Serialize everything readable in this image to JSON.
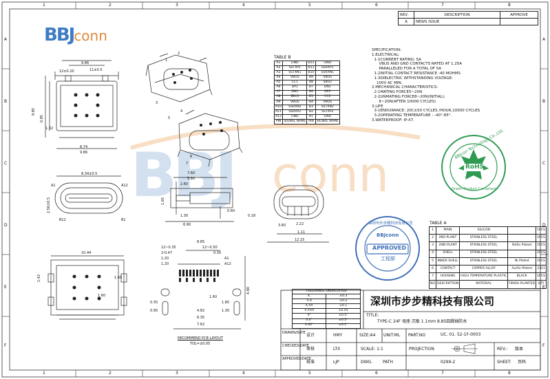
{
  "border": {
    "cols": [
      "1",
      "2",
      "3",
      "4",
      "5",
      "6",
      "7",
      "8"
    ],
    "rows": [
      "A",
      "B",
      "C",
      "D",
      "E",
      "F"
    ]
  },
  "logo": {
    "text_b": "BBJ",
    "text_conn": "conn"
  },
  "revision": {
    "headers": [
      "REV.",
      "DESCRIPTION",
      "APPROVE"
    ],
    "rows": [
      [
        "A",
        "NEWS ISSUE",
        ""
      ]
    ]
  },
  "table_b": {
    "title": "TABLE B",
    "rows": [
      [
        "A1",
        "GND",
        "B12",
        "GND"
      ],
      [
        "A2",
        "SSTXP1",
        "B11",
        "SSRXP1"
      ],
      [
        "A3",
        "SSTXN1",
        "B10",
        "SSRXN1"
      ],
      [
        "A4",
        "VBUS",
        "B9",
        "VBUS"
      ],
      [
        "A5",
        "CC1",
        "B8",
        "SBU2"
      ],
      [
        "A6",
        "DP1",
        "B7",
        "DN2"
      ],
      [
        "A7",
        "DN1",
        "B6",
        "DP2"
      ],
      [
        "A8",
        "SBU1",
        "B5",
        "CC2"
      ],
      [
        "A9",
        "VBUS",
        "B4",
        "VBUS"
      ],
      [
        "A10",
        "SSRXN2",
        "B3",
        "SSTXN2"
      ],
      [
        "A11",
        "SSRXP2",
        "B2",
        "SSTXP2"
      ],
      [
        "A12",
        "GND",
        "B1",
        "GND"
      ],
      [
        "PIN",
        "SIGNAL NAME",
        "PIN",
        "SIGNAL NAME"
      ]
    ]
  },
  "specification": [
    "SPECIFICATION:",
    "1.ELECTRICAL:",
    "  1-1CURRENT RATING: 5A",
    "      VBUS AND GND CONTACTS RATED AT 1.25A",
    "      PARALLELED FOR A TOTAL OF 5A",
    "  1-2INITIAL CONTACT RESISTANCE :40 MOHMS",
    "  1-3DIELECTRIC WITHSTANDING VOLTAGE:",
    "    100V AC MIN.",
    "2.MECHANICAL CHARACTERISTICS:",
    "  2-1MATING FORCE5~20N",
    "  2-2UNMATING FORCE8~20N(INITIAL);",
    "      6~20N(AFTER 10000 CYCLES)",
    "3.LIFE",
    "  3-1ENDURANCE: 20C±50 CYCLES /HOUR,10000 CYCLES",
    "  3-2OPERATING TEMPERATURE : -40°-85°.",
    "3.WATERPROOF: IP-X7."
  ],
  "rohs_stamp": {
    "ring_text": "BBJcon Technology Co.,Ltd.",
    "center": "RoHS",
    "bottom": "Green Product Compliant"
  },
  "approved_stamp": {
    "ring_text": "深圳市步步精科技有限公司",
    "brand": "BBJconn",
    "center": "APPROVED",
    "sub": "工程部"
  },
  "table_a": {
    "title": "TABLE A",
    "rows": [
      [
        "1",
        "MAIN",
        "SILICON",
        "",
        "1PCS"
      ],
      [
        "2",
        "MID-PLANT",
        "STAINLESS STEEL",
        "",
        "1PCS"
      ],
      [
        "3",
        "2ND-PLANT",
        "STAINLESS STEEL",
        "Ni/Sn Plated",
        "1PCS"
      ],
      [
        "4",
        "SHELL",
        "STAINLESS STEEL",
        "",
        "1PCS"
      ],
      [
        "5",
        "INNER SHELL",
        "STAINLESS STEEL",
        "Ni Plated",
        "1PCS"
      ],
      [
        "6",
        "CONTACT",
        "COPPER ALLOY",
        "Au/Sn Plated",
        "23Ct"
      ],
      [
        "7",
        "HOUSING",
        "HIGH TEMPERATURE PLASTIC",
        "BLACK",
        "1PCS"
      ],
      [
        "NO",
        "DESCRIPTION",
        "MATERIAL",
        "FINISH PLANTED",
        "QTY"
      ]
    ]
  },
  "tolerance": {
    "header": "TOLERANCE UNSPECIFIED",
    "rows": [
      [
        "X",
        ".",
        0.3
      ],
      [
        "X.X",
        "",
        0.2
      ],
      [
        "X.XX",
        "",
        0.1
      ],
      [
        "X.XXX",
        "",
        0.05
      ],
      [
        "0°",
        "",
        0.5
      ],
      [
        "0.0°",
        "",
        0.3
      ],
      [
        "0.00°",
        "",
        0.1
      ]
    ],
    "labels": [
      "X.",
      "X.X",
      "X.XX",
      "X.XXX",
      "0°",
      "0.0°",
      "0.00°"
    ],
    "values": [
      "±0.3",
      "±0.2",
      "±0.1",
      "±0.05",
      "±0.5°",
      "±0.3°",
      "±0.1°"
    ]
  },
  "title_block": {
    "company": "深圳市步步精科技有限公司",
    "title_label": "TITLE:",
    "title_value": "TYPE-C 24F 母座 沉板 1.1mm 8.85四脚插防水",
    "drawn_label": "DRAWN/DATE",
    "design": "设计",
    "designer": "HMY",
    "size_label": "SIZE:A4",
    "unit_label": "UNIT:ML",
    "part_label": "PART.NO",
    "part_no": "UC. 01. 52-1F-0003",
    "checked_label": "CHECKED/DATE",
    "review": "审核",
    "reviewer": "LTX",
    "scale": "SCALE:  1:1",
    "projection": "PROJECTION",
    "rev_label": "REV.:",
    "rev_value": "版本",
    "approved_label": "APPROVED/DATE",
    "approve": "核准",
    "approver": "LJP",
    "dwg_label": "DWG.",
    "path_label": "PATH",
    "dwg_no": "0299-2",
    "sheet_label": "SHEET:",
    "sheet_value": "页码"
  },
  "dims": {
    "top_view": [
      "12±0.20",
      "9.86",
      "11±0.5",
      "0.85",
      "8.74",
      "9.86",
      "1.32",
      "9.85"
    ],
    "front_view": [
      "8.34±0.5",
      "A1",
      "A12",
      "B12",
      "B1",
      "2.56±0.5"
    ],
    "side_view": [
      "7.60",
      "5.80",
      "2.60",
      "1.30",
      "6.90",
      "0.60",
      "0.18",
      "1.65"
    ],
    "right_view": [
      "3.60",
      "2.22",
      "1.11",
      "12.15"
    ],
    "bottom_view": [
      "10.44",
      "2.42",
      "1.60",
      "1.60"
    ],
    "pcb": [
      "12~0.35",
      "2-0.47",
      "1.20",
      "1.20",
      "12~0.50",
      "0.30",
      "8.85",
      "4.80",
      "A1",
      "A12",
      "0.35",
      "0.95",
      "1.80",
      "1.30",
      "7.62",
      "6.35",
      "4.82",
      "1.60"
    ],
    "pcb_label": "RECOMMEND PCB LAYOUT",
    "pcb_tol": "TOL=±0.05",
    "callouts": [
      "1",
      "2",
      "3",
      "4",
      "5",
      "6",
      "7"
    ]
  }
}
